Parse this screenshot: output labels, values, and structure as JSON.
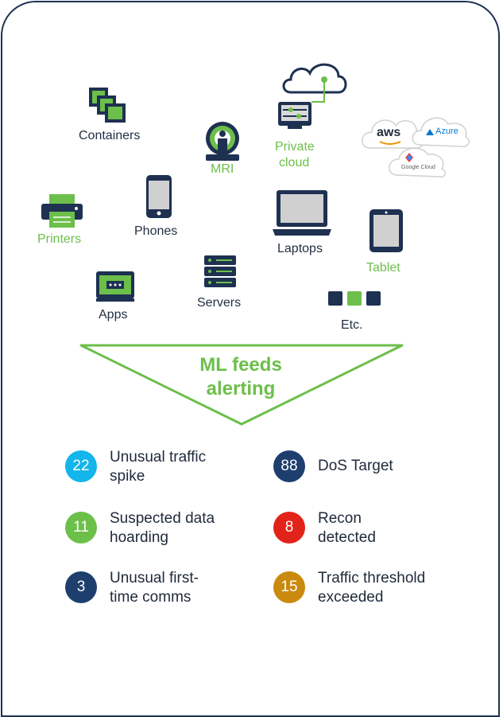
{
  "devices": {
    "containers": "Containers",
    "mri": "MRI",
    "private_cloud_line1": "Private",
    "private_cloud_line2": "cloud",
    "printers": "Printers",
    "phones": "Phones",
    "laptops": "Laptops",
    "tablet": "Tablet",
    "apps": "Apps",
    "servers": "Servers",
    "etc": "Etc."
  },
  "cloud_providers": {
    "aws": "aws",
    "azure": "Azure",
    "google": "Google Cloud"
  },
  "funnel": {
    "line1": "ML feeds",
    "line2": "alerting"
  },
  "alerts": [
    {
      "count": "22",
      "text": "Unusual traffic\nspike",
      "color": "#13b5ea"
    },
    {
      "count": "88",
      "text": "DoS Target",
      "color": "#1e3f6e"
    },
    {
      "count": "11",
      "text": "Suspected data\nhoarding",
      "color": "#6cc04a"
    },
    {
      "count": "8",
      "text": "Recon\ndetected",
      "color": "#e2231a"
    },
    {
      "count": "3",
      "text": "Unusual first-\ntime comms",
      "color": "#1e3f6e"
    },
    {
      "count": "15",
      "text": "Traffic threshold\nexceeded",
      "color": "#c98a0e"
    }
  ],
  "colors": {
    "navy": "#1e3151",
    "green": "#6cbf4a",
    "grey": "#c8c8c8"
  }
}
